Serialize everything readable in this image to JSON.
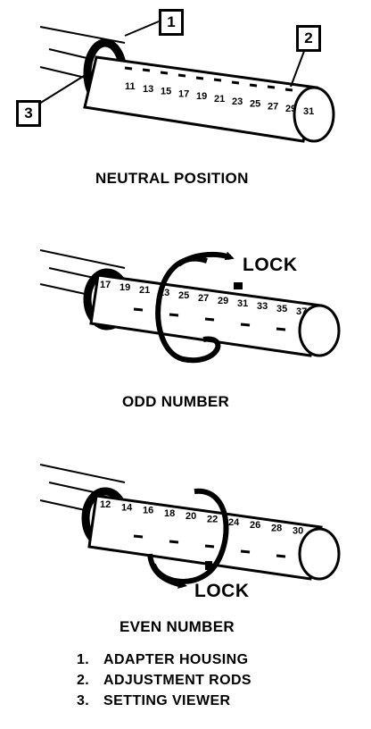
{
  "callouts": [
    "1",
    "2",
    "3"
  ],
  "panels": [
    {
      "caption": "NEUTRAL POSITION",
      "scale": [
        "11",
        "13",
        "15",
        "17",
        "19",
        "21",
        "23",
        "25",
        "27",
        "29",
        "31"
      ],
      "lock_label": ""
    },
    {
      "caption": "ODD NUMBER",
      "scale": [
        "17",
        "19",
        "21",
        "23",
        "25",
        "27",
        "29",
        "31",
        "33",
        "35",
        "37"
      ],
      "lock_label": "LOCK"
    },
    {
      "caption": "EVEN NUMBER",
      "scale": [
        "12",
        "14",
        "16",
        "18",
        "20",
        "22",
        "24",
        "26",
        "28",
        "30"
      ],
      "lock_label": "LOCK"
    }
  ],
  "legend": [
    {
      "num": "1.",
      "label": "ADAPTER HOUSING"
    },
    {
      "num": "2.",
      "label": "ADJUSTMENT RODS"
    },
    {
      "num": "3.",
      "label": "SETTING VIEWER"
    }
  ]
}
